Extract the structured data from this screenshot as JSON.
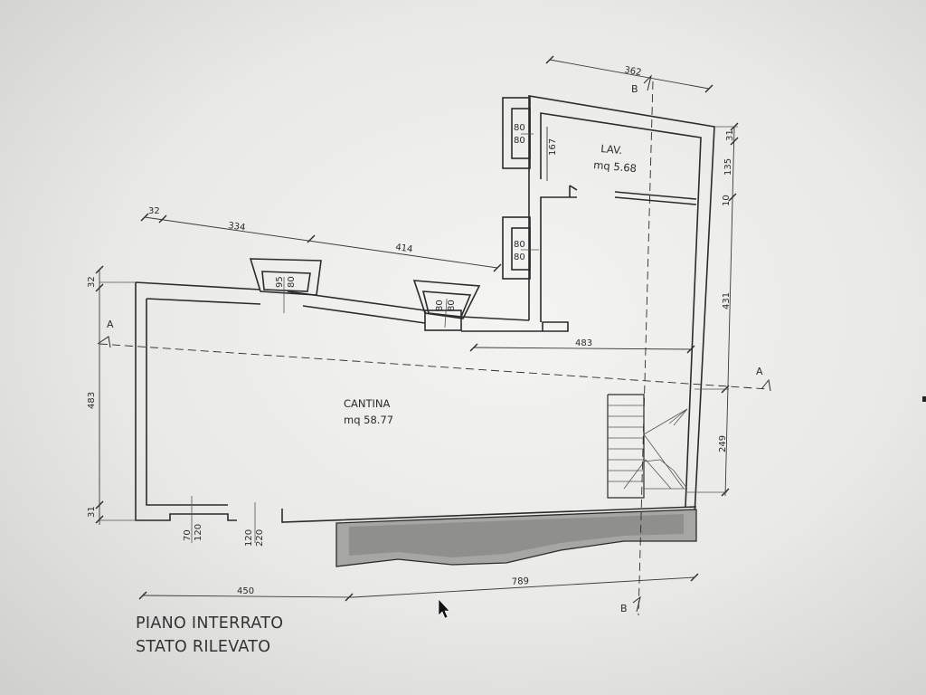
{
  "rooms": {
    "cantina": {
      "name": "CANTINA",
      "area": "mq 58.77"
    },
    "lav": {
      "name": "LAV.",
      "area": "mq 5.68"
    }
  },
  "dimensions": {
    "top_362": "362",
    "top_32": "32",
    "top_334": "334",
    "top_414": "414",
    "left_32": "32",
    "left_483": "483",
    "left_31": "31",
    "right_31": "31",
    "right_135": "135",
    "right_10": "10",
    "right_431": "431",
    "right_249": "249",
    "inner_483": "483",
    "bottom_450": "450",
    "bottom_789": "789",
    "lav_167": "167",
    "niche_80a": "80",
    "niche_80b": "80",
    "niche_80c": "80",
    "niche_80d": "80",
    "niche_95": "95",
    "niche_80e": "80",
    "niche_80f": "80",
    "niche_80g": "80",
    "opening_70": "70",
    "opening_120a": "120",
    "opening_120b": "120",
    "opening_220": "220"
  },
  "section_marks": {
    "a_left": "A",
    "a_right": "A",
    "b_top": "B",
    "b_bottom": "B"
  },
  "title": {
    "line1": "PIANO INTERRATO",
    "line2": "STATO RILEVATO"
  },
  "colors": {
    "ink": "#2b2b2b",
    "hatch": "#9a9a98"
  }
}
